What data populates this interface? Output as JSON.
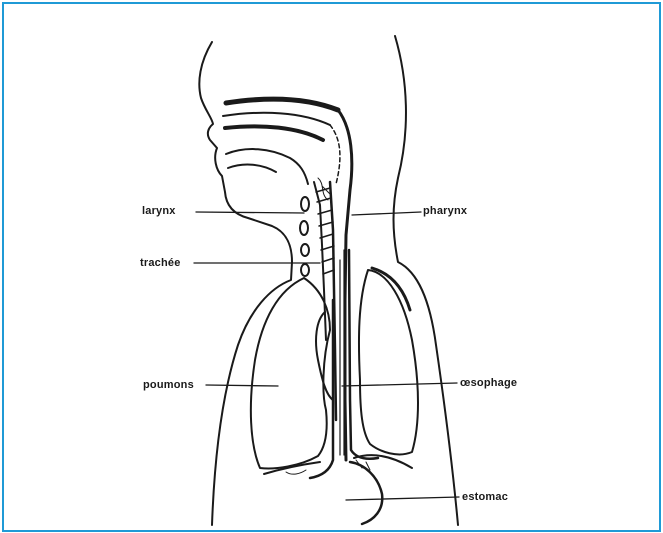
{
  "diagram": {
    "border_color": "#1f9ad6",
    "ink_color": "#1a1a1a",
    "labels": {
      "larynx": "larynx",
      "trachee": "trachée",
      "poumons": "poumons",
      "pharynx": "pharynx",
      "oesophage": "œsophage",
      "estomac": "estomac"
    }
  }
}
